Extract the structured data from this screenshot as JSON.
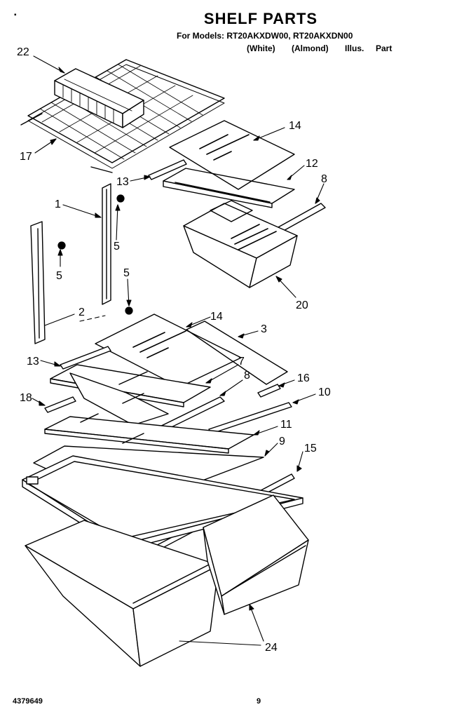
{
  "header": {
    "title": "SHELF PARTS",
    "models_line": "For Models: RT20AKXDW00, RT20AKXDN00",
    "variant_white": "(White)",
    "variant_almond": "(Almond)",
    "col_illus": "Illus.",
    "col_part": "Part"
  },
  "footer": {
    "doc_number": "4379649",
    "page_number": "9"
  },
  "callouts": {
    "c22": "22",
    "c17": "17",
    "c14a": "14",
    "c12": "12",
    "c13a": "13",
    "c8a": "8",
    "c1": "1",
    "c5a": "5",
    "c5b": "5",
    "c5c": "5",
    "c20": "20",
    "c2": "2",
    "c14b": "14",
    "c3": "3",
    "c13b": "13",
    "c7": "7",
    "c8b": "8",
    "c16": "16",
    "c18": "18",
    "c10": "10",
    "c11": "11",
    "c9": "9",
    "c15": "15",
    "c24": "24"
  }
}
